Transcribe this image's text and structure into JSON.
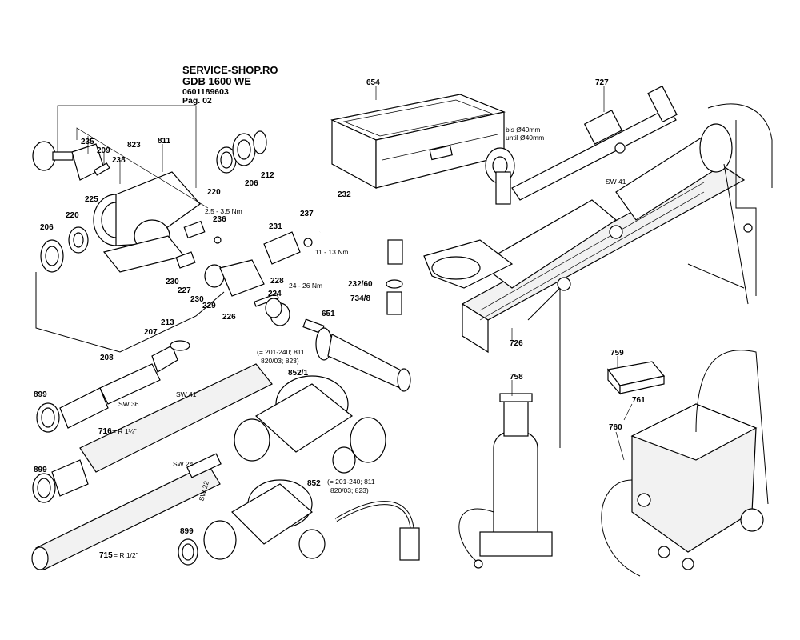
{
  "header": {
    "shop": "SERVICE-SHOP.RO",
    "model": "GDB 1600 WE",
    "article": "0601189603",
    "page": "Pag. 02"
  },
  "parts": [
    {
      "id": "p654",
      "number": "654"
    },
    {
      "id": "p727",
      "number": "727"
    },
    {
      "id": "p235",
      "number": "235"
    },
    {
      "id": "p209",
      "number": "209"
    },
    {
      "id": "p823",
      "number": "823"
    },
    {
      "id": "p811",
      "number": "811"
    },
    {
      "id": "p238",
      "number": "238"
    },
    {
      "id": "p225",
      "number": "225"
    },
    {
      "id": "p220a",
      "number": "220"
    },
    {
      "id": "p206a",
      "number": "206"
    },
    {
      "id": "p212",
      "number": "212"
    },
    {
      "id": "p220b",
      "number": "220"
    },
    {
      "id": "p206b",
      "number": "206"
    },
    {
      "id": "p236",
      "number": "236"
    },
    {
      "id": "p231",
      "number": "231"
    },
    {
      "id": "p237",
      "number": "237"
    },
    {
      "id": "p232",
      "number": "232"
    },
    {
      "id": "p228",
      "number": "228"
    },
    {
      "id": "p224",
      "number": "224"
    },
    {
      "id": "p230a",
      "number": "230"
    },
    {
      "id": "p227",
      "number": "227"
    },
    {
      "id": "p230b",
      "number": "230"
    },
    {
      "id": "p229",
      "number": "229"
    },
    {
      "id": "p226",
      "number": "226"
    },
    {
      "id": "p651",
      "number": "651"
    },
    {
      "id": "p232_60",
      "number": "232/60"
    },
    {
      "id": "p734_8",
      "number": "734/8"
    },
    {
      "id": "p726",
      "number": "726"
    },
    {
      "id": "p207",
      "number": "207"
    },
    {
      "id": "p213",
      "number": "213"
    },
    {
      "id": "p208",
      "number": "208"
    },
    {
      "id": "p899a",
      "number": "899"
    },
    {
      "id": "p852_1",
      "number": "852/1"
    },
    {
      "id": "p716",
      "number": "716"
    },
    {
      "id": "p899b",
      "number": "899"
    },
    {
      "id": "p852",
      "number": "852"
    },
    {
      "id": "p899c",
      "number": "899"
    },
    {
      "id": "p715",
      "number": "715"
    },
    {
      "id": "p758",
      "number": "758"
    },
    {
      "id": "p759",
      "number": "759"
    },
    {
      "id": "p761",
      "number": "761"
    },
    {
      "id": "p760",
      "number": "760"
    }
  ],
  "notes": {
    "bis": "bis Ø40mm",
    "until": "until Ø40mm",
    "sw41_top": "SW 41",
    "torque_236": "2,5 - 3,5 Nm",
    "torque_237": "11 - 13 Nm",
    "torque_224": "24 - 26 Nm",
    "sw36": "SW 36",
    "sw41_tube": "SW 41",
    "r114": "= R 1¼\"",
    "variant_852_1_a": "(= 201-240; 811",
    "variant_852_1_b": "820/03; 823)",
    "sw24": "SW 24",
    "sw22": "SW 22",
    "variant_852_a": "(= 201-240; 811",
    "variant_852_b": "820/03; 823)",
    "r12": "= R 1/2\""
  }
}
